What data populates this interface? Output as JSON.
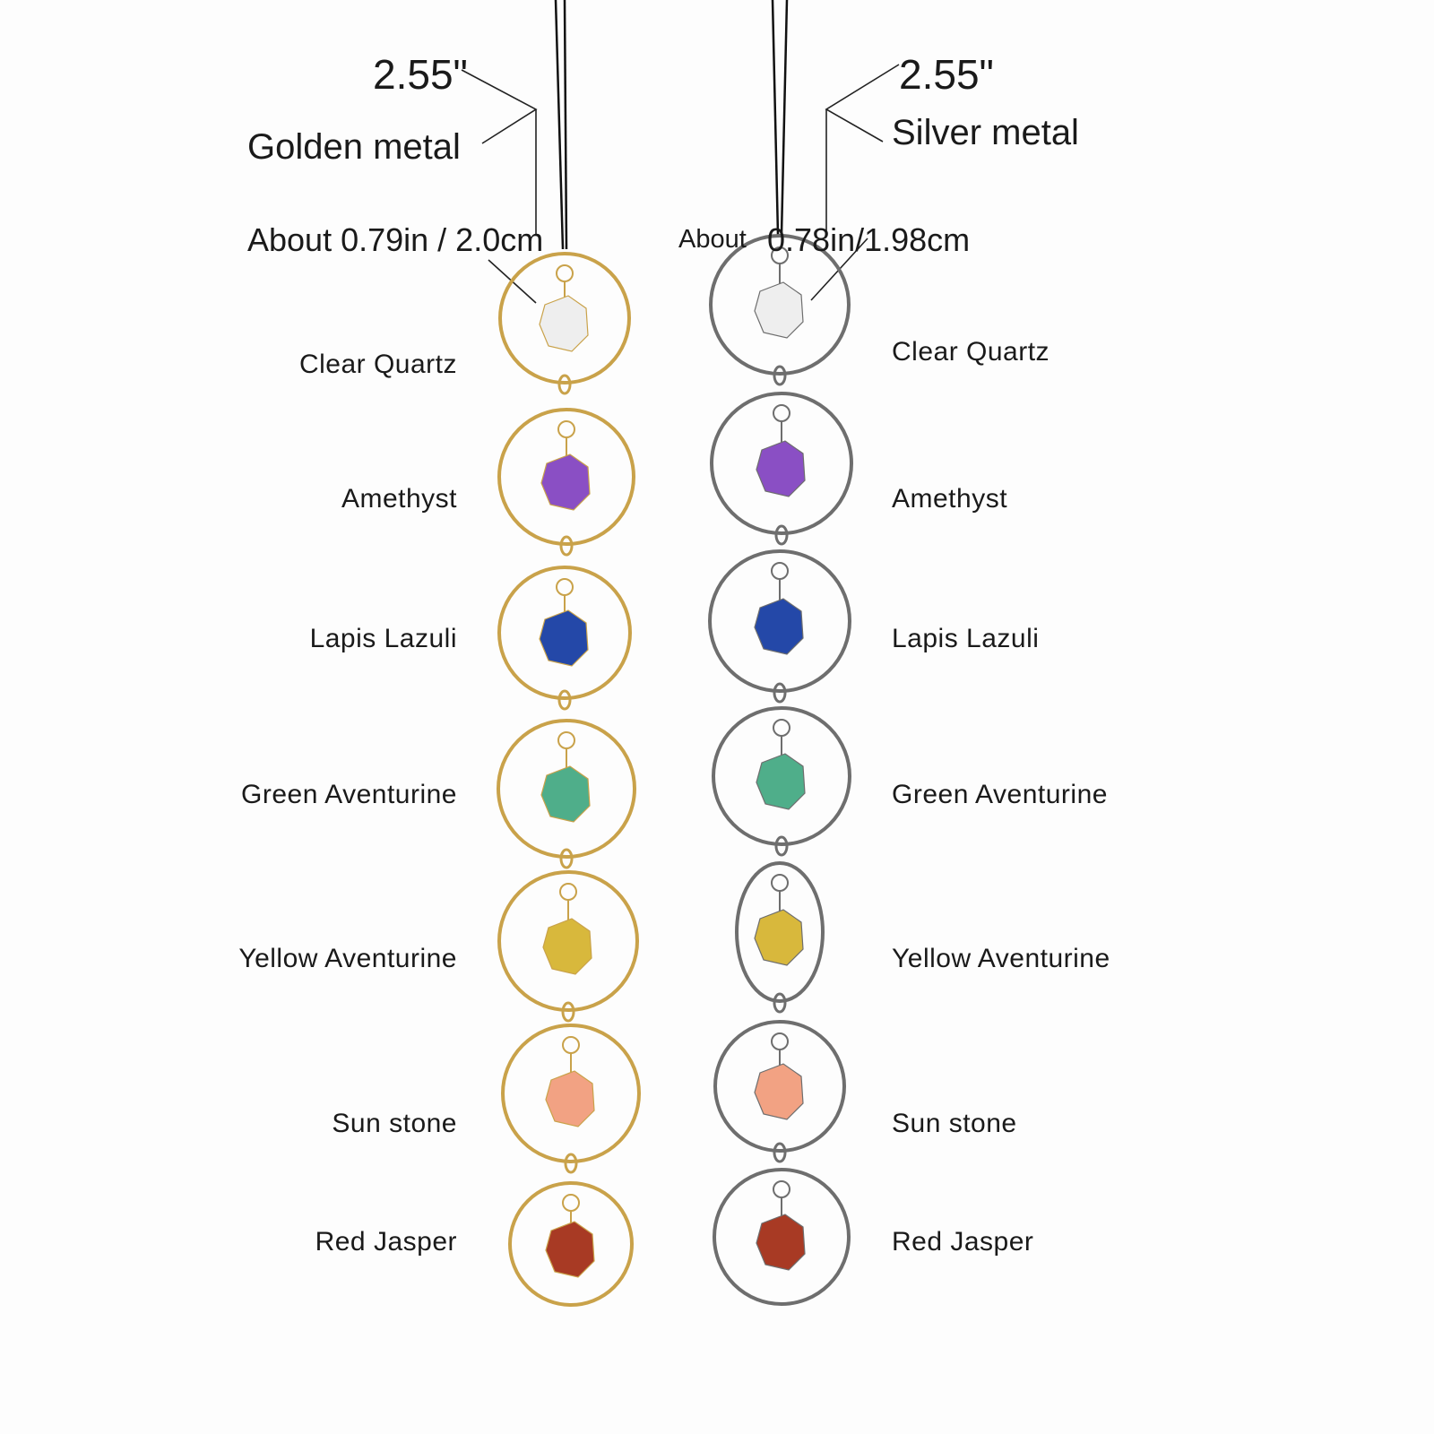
{
  "annotations": {
    "left_length": "2.55\"",
    "left_finish": "Golden metal",
    "left_ring_size": "About 0.79in / 2.0cm",
    "right_length": "2.55\"",
    "right_finish": "Silver metal",
    "right_ring_size_prefix": "About",
    "right_ring_size": "0.78in/1.98cm"
  },
  "colors": {
    "gold_ring": "#c9a24a",
    "silver_ring": "#6e6e6e",
    "cord": "#111111"
  },
  "stones": [
    {
      "name": "Clear Quartz",
      "color": "#eeeeee"
    },
    {
      "name": "Amethyst",
      "color": "#8a4fc4"
    },
    {
      "name": "Lapis Lazuli",
      "color": "#2448a8"
    },
    {
      "name": "Green Aventurine",
      "color": "#4fae8a"
    },
    {
      "name": "Yellow Aventurine",
      "color": "#d8b83c"
    },
    {
      "name": "Sun stone",
      "color": "#f2a283"
    },
    {
      "name": "Red Jasper",
      "color": "#a83a24"
    }
  ],
  "left_labels": [
    "Clear Quartz",
    "Amethyst",
    "Lapis Lazuli",
    "Green Aventurine",
    "Yellow Aventurine",
    "Sun stone",
    "Red Jasper"
  ],
  "right_labels": [
    "Clear Quartz",
    "Amethyst",
    "Lapis Lazuli",
    "Green Aventurine",
    "Yellow Aventurine",
    "Sun stone",
    "Red Jasper"
  ]
}
